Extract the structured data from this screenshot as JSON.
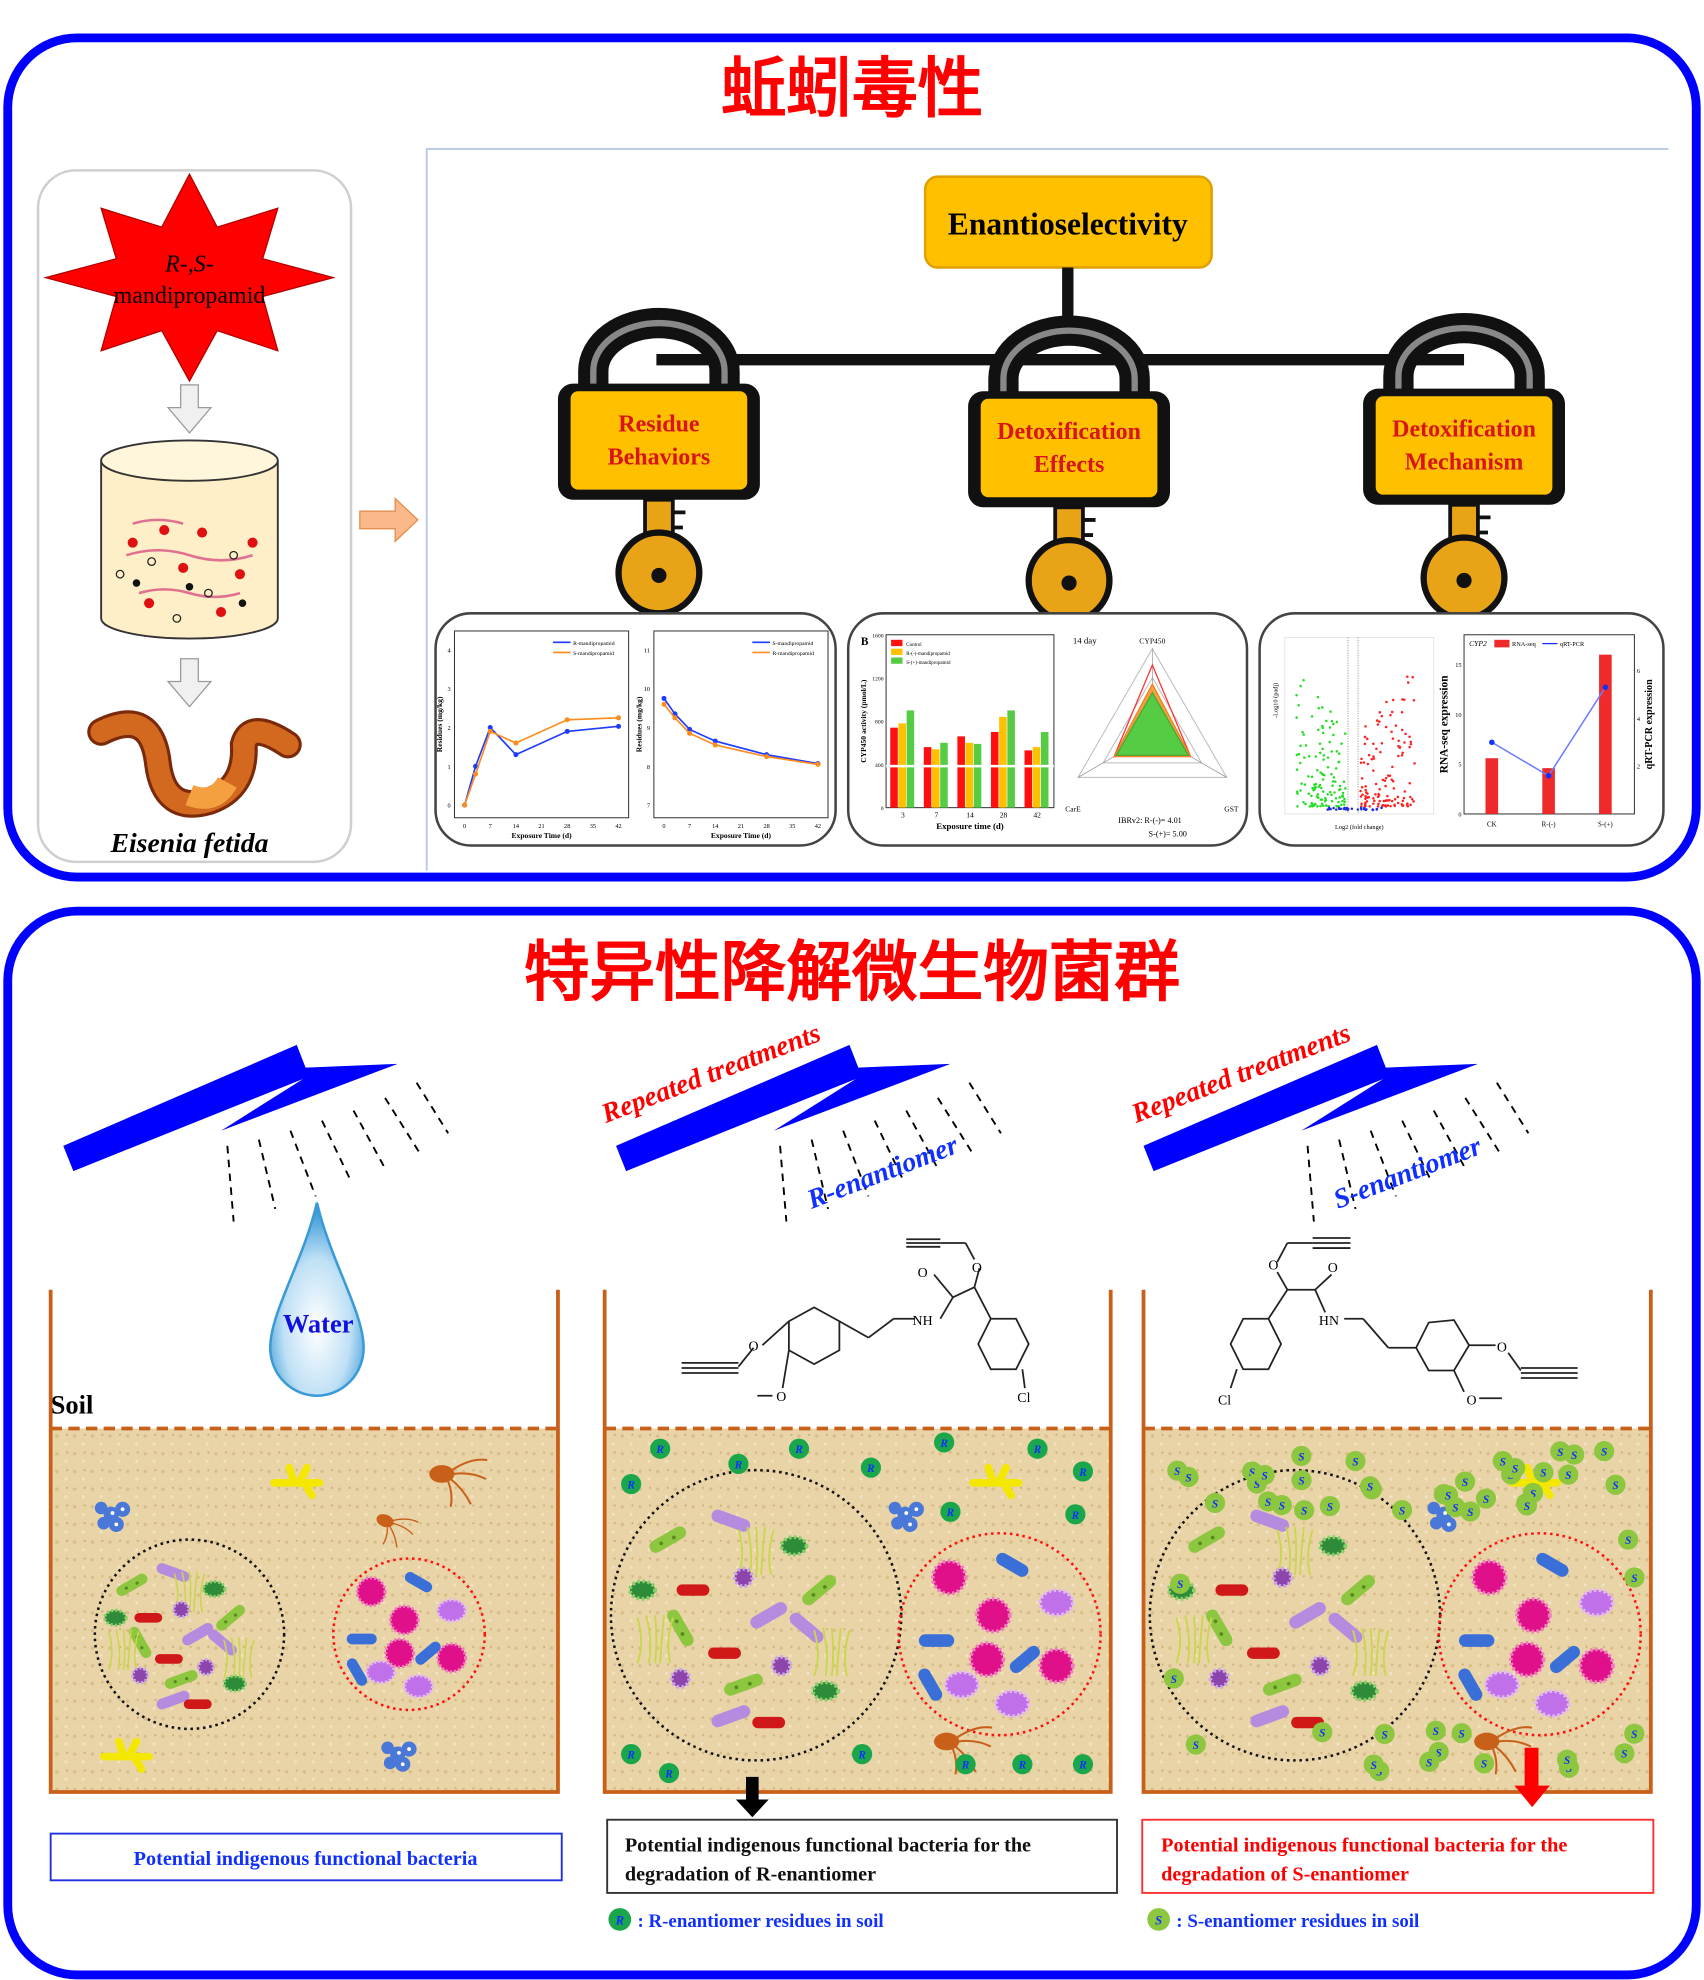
{
  "top_panel": {
    "title": "蚯蚓毒性",
    "compound_line1": "R-,S-",
    "compound_line2": "mandipropamid",
    "organism": "Eisenia fetida",
    "center_label": "Enantioselectivity",
    "locks": [
      {
        "line1": "Residue",
        "line2": "Behaviors"
      },
      {
        "line1": "Detoxification",
        "line2": "Effects"
      },
      {
        "line1": "Detoxification",
        "line2": "Mechanism"
      }
    ]
  },
  "insets": {
    "residue_soil": {
      "ylabel": "Residues (mg/kg)",
      "xlabel": "Exposure Time (d)",
      "x": [
        0,
        3,
        7,
        14,
        28,
        42
      ],
      "xticks": [
        "0",
        "7",
        "14",
        "21",
        "28",
        "35",
        "42"
      ],
      "yticks": [
        "0",
        "1",
        "2",
        "3",
        "4"
      ],
      "ylim": [
        0,
        4
      ],
      "series": [
        {
          "name": "R-mandipropamid",
          "color": "#1F3BFF",
          "values": [
            0,
            1.0,
            2.0,
            1.3,
            1.9,
            2.03
          ]
        },
        {
          "name": "S-mandipropamid",
          "color": "#FF8C1A",
          "values": [
            0,
            0.8,
            1.9,
            1.6,
            2.2,
            2.25
          ]
        }
      ]
    },
    "residue_worm": {
      "ylabel": "Residues (mg/kg)",
      "xlabel": "Exposure Time (d)",
      "x": [
        0,
        3,
        7,
        14,
        28,
        42
      ],
      "xticks": [
        "0",
        "7",
        "14",
        "21",
        "28",
        "35",
        "42"
      ],
      "yticks": [
        "7",
        "8",
        "9",
        "10",
        "11"
      ],
      "ylim": [
        7,
        11
      ],
      "series": [
        {
          "name": "S-mandipropamid",
          "color": "#1F3BFF",
          "values": [
            9.75,
            9.35,
            8.95,
            8.65,
            8.3,
            8.07
          ]
        },
        {
          "name": "R-mandipropamid",
          "color": "#FF8C1A",
          "values": [
            9.6,
            9.25,
            8.85,
            8.55,
            8.25,
            8.05
          ]
        }
      ]
    },
    "cyp450": {
      "panel_letter": "B",
      "ylabel": "CYP450 activity (pmol/L)",
      "xlabel": "Exposure time (d)",
      "categories": [
        "3",
        "7",
        "14",
        "28",
        "42"
      ],
      "yticks": [
        "0",
        "400",
        "800",
        "1200",
        "1600"
      ],
      "ylim": [
        0,
        1600
      ],
      "series": [
        {
          "name": "Control",
          "color": "#FF1010",
          "values": [
            740,
            560,
            660,
            700,
            530
          ]
        },
        {
          "name": "R-(-)-mandipropamid",
          "color": "#FFC000",
          "values": [
            780,
            540,
            600,
            840,
            560
          ]
        },
        {
          "name": "S-(+)-mandipropamid",
          "color": "#55CC44",
          "values": [
            900,
            600,
            590,
            900,
            700
          ]
        }
      ]
    },
    "radar": {
      "day_label": "14 day",
      "axes": [
        "CYP450",
        "CarE",
        "GST"
      ],
      "ibr_label": "IBRv2: R-(-)= 4.01",
      "ibr_s": "S-(+)= 5.00"
    },
    "volcano": {
      "xlabel": "Log2 (fold change)",
      "ylabel": "-Log10 (padj)"
    },
    "gene_expr": {
      "gene": "CYP2",
      "legend_bar": "RNA-seq",
      "legend_line": "qRT-PCR",
      "ylabel": "RNA-seq expression",
      "y2label": "qRT-PCR expression",
      "categories": [
        "CK",
        "R-(-)",
        "S-(+)"
      ],
      "rna_seq": [
        5.6,
        4.6,
        16.0
      ],
      "qrt_pcr": [
        3.0,
        1.6,
        5.3
      ],
      "ylim": [
        0,
        18
      ],
      "y2lim": [
        0,
        7.5
      ],
      "yticks": [
        "0",
        "5",
        "10",
        "15"
      ],
      "y2ticks": [
        "2",
        "4",
        "6"
      ]
    }
  },
  "bottom_panel": {
    "title": "特异性降解微生物菌群",
    "soil_label": "Soil",
    "water_label": "Water",
    "repeated_label": "Repeated treatments",
    "r_label": "R-enantiomer",
    "s_label": "S-enantiomer",
    "box_control": "Potential  indigenous functional bacteria",
    "box_r_line1": "Potential  indigenous functional bacteria for the",
    "box_r_line2": "degradation of R-enantiomer",
    "box_s_line1": "Potential  indigenous functional bacteria for the",
    "box_s_line2": "degradation of S-enantiomer",
    "legend_r_badge": "R",
    "legend_r": ": R-enantiomer residues in soil",
    "legend_s_badge": "S",
    "legend_s": ": S-enantiomer residues in soil",
    "atoms": {
      "o": "O",
      "nh": "NH",
      "hn": "HN",
      "cl": "Cl"
    }
  },
  "colors": {
    "frame": "#0000FF",
    "title": "#FF0000",
    "lock": "#FFC000",
    "key": "#E8A317",
    "soil": "#E9D4A8",
    "soil_edge": "#C8601A"
  }
}
